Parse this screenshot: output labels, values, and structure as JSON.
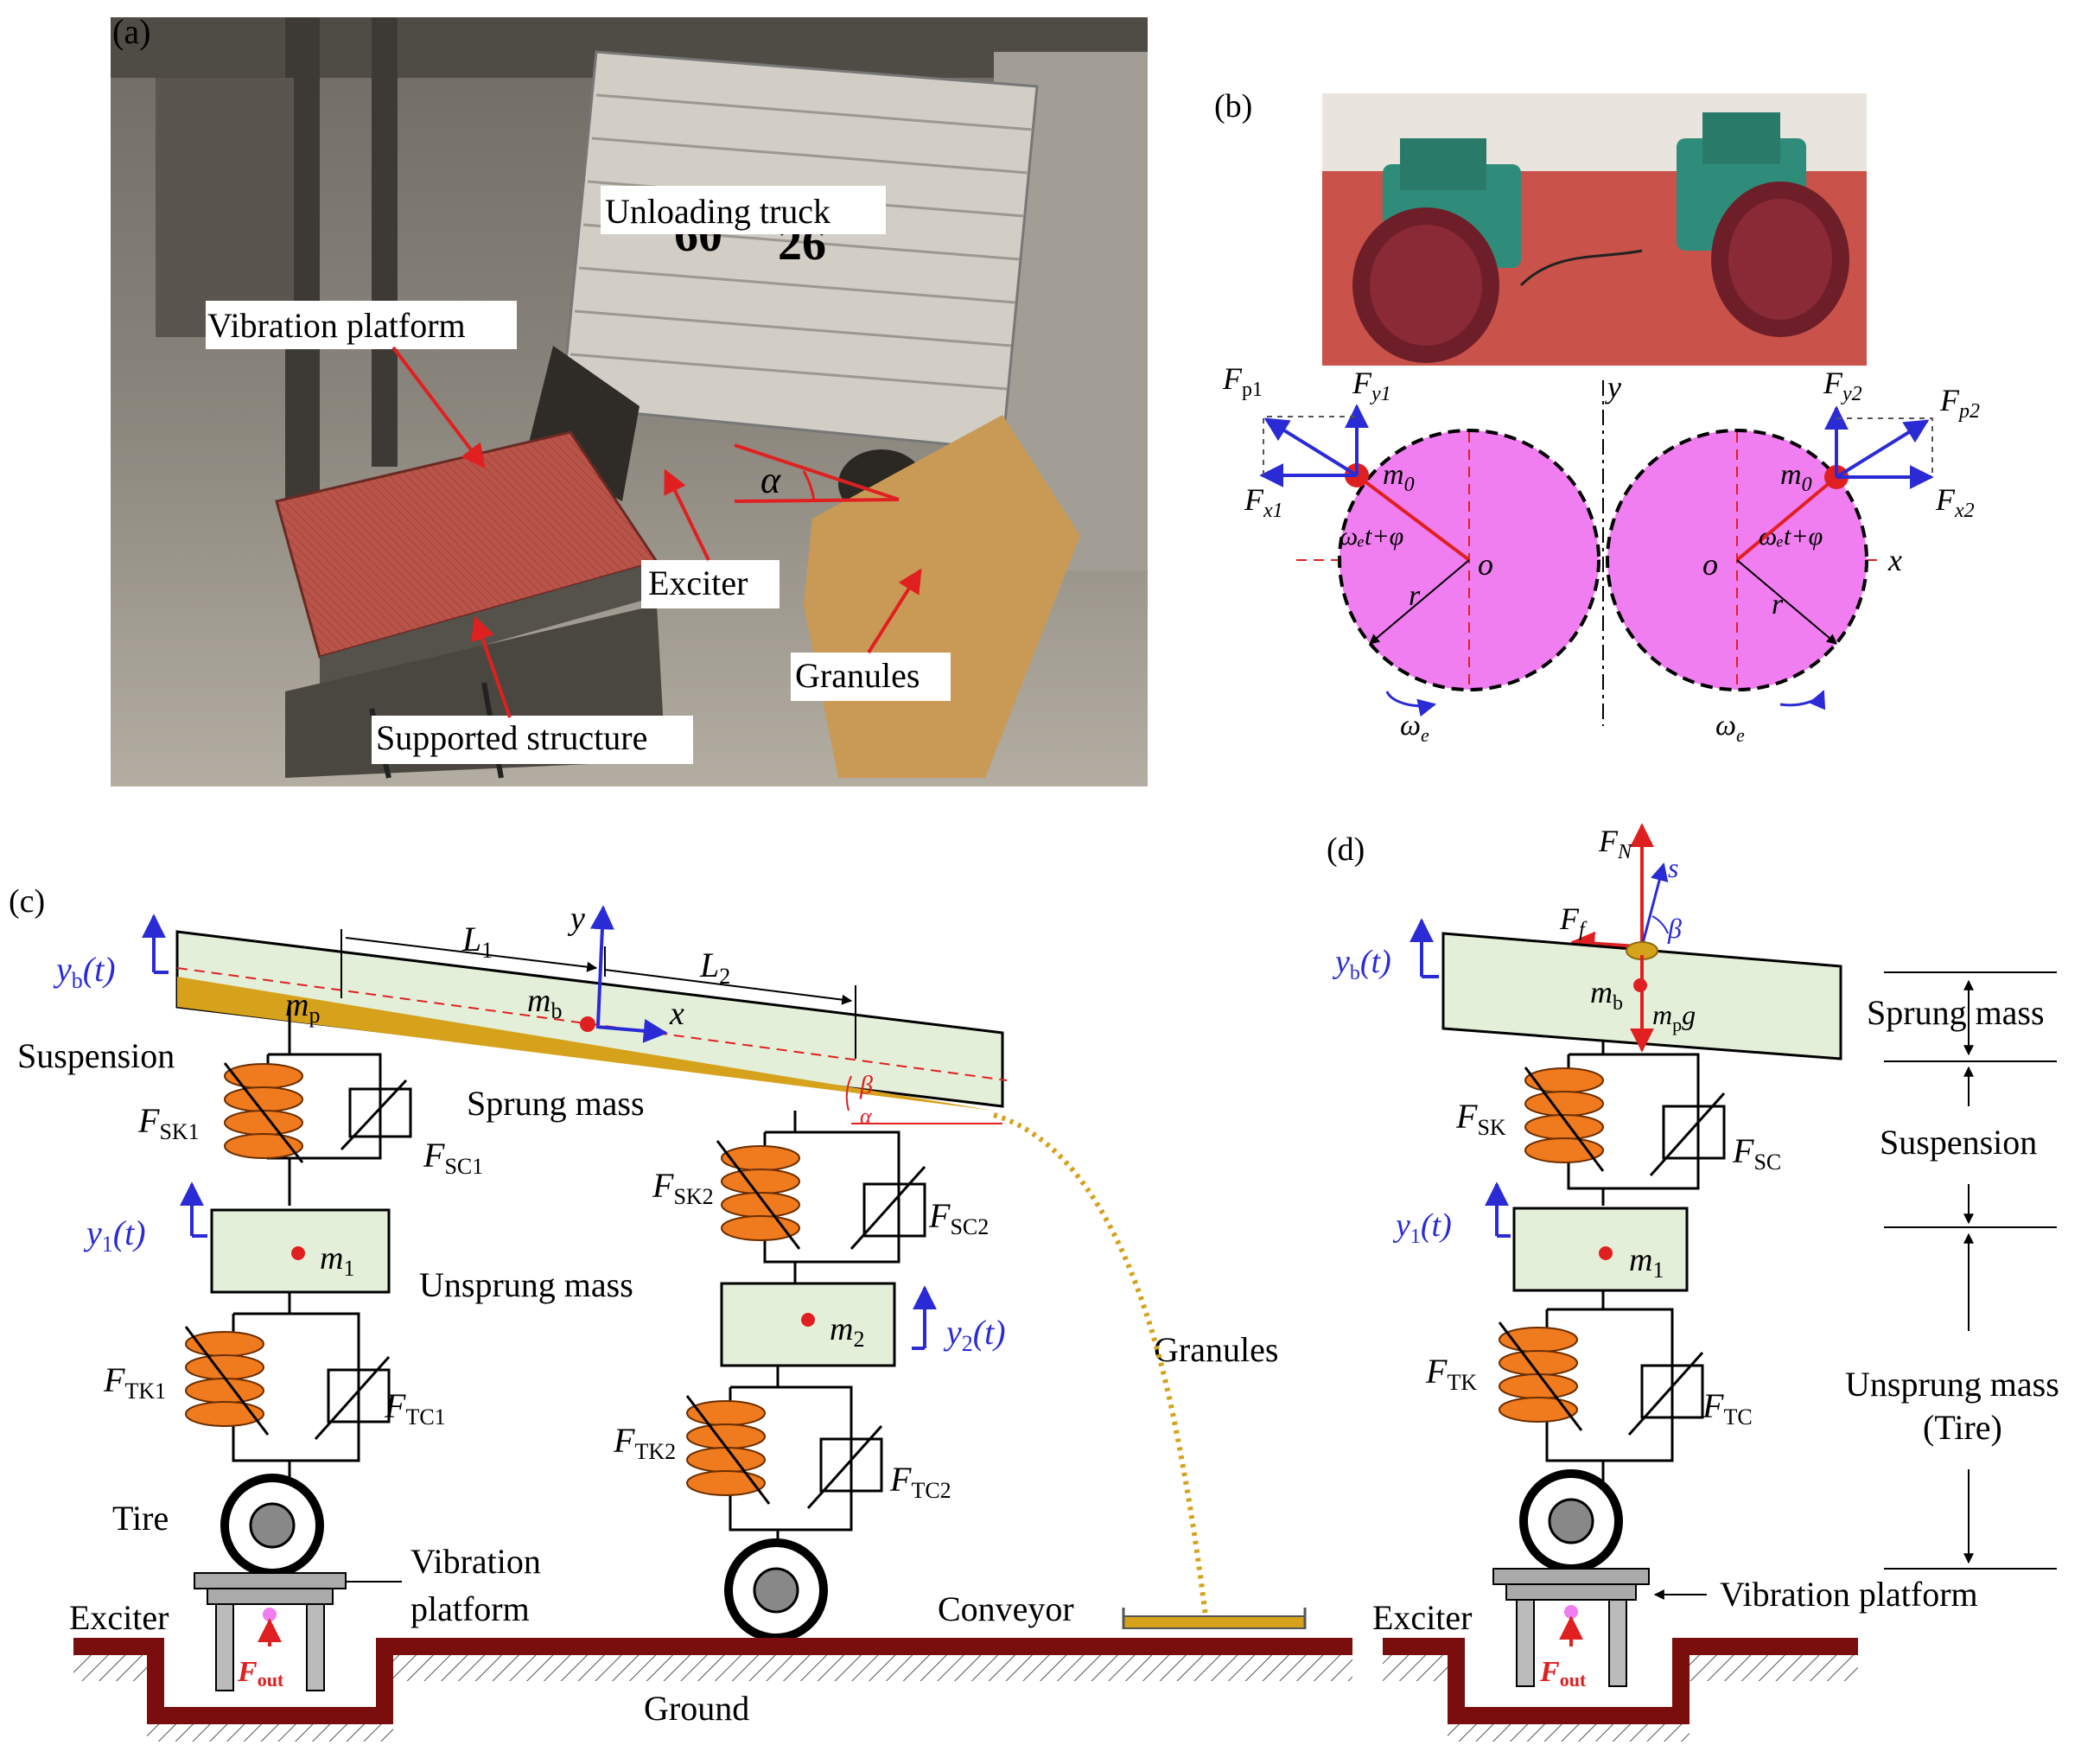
{
  "panel_a": {
    "label": "(a)",
    "callouts": {
      "truck": "Unloading truck",
      "platform": "Vibration platform",
      "exciter": "Exciter",
      "granules": "Granules",
      "support": "Supported structure"
    },
    "angle": "α",
    "plate": {
      "a": "60",
      "b": "26"
    }
  },
  "panel_b": {
    "label": "(b)",
    "forces": {
      "Fp1": "F",
      "Fp1_sub": "p1",
      "Fy1": "F",
      "Fy1_sub": "y1",
      "Fx1": "F",
      "Fx1_sub": "x1",
      "Fp2": "F",
      "Fp2_sub": "p2",
      "Fy2": "F",
      "Fy2_sub": "y2",
      "Fx2": "F",
      "Fx2_sub": "x2"
    },
    "m0": "m",
    "m0_sub": "0",
    "phase": "ωₑt+φ",
    "origin": "o",
    "radius": "r",
    "omega": "ω",
    "omega_sub": "e",
    "axis_x": "x",
    "axis_y": "y"
  },
  "panel_c": {
    "label": "(c)",
    "yb": "y",
    "yb_sub": "b",
    "yb_tail": "(t)",
    "mp": "m",
    "mp_sub": "p",
    "mb": "m",
    "mb_sub": "b",
    "L1": "L",
    "L1_sub": "1",
    "L2": "L",
    "L2_sub": "2",
    "axis_x": "x",
    "axis_y": "y",
    "beta": "β",
    "alpha": "α",
    "suspension": "Suspension",
    "sprung": "Sprung mass",
    "unsprung": "Unsprung mass",
    "granules": "Granules",
    "tire": "Tire",
    "vib_platform_l1": "Vibration",
    "vib_platform_l2": "platform",
    "exciter": "Exciter",
    "conveyor": "Conveyor",
    "ground": "Ground",
    "FSK1": "F",
    "FSK1_sub": "SK1",
    "FSC1": "F",
    "FSC1_sub": "SC1",
    "FSK2": "F",
    "FSK2_sub": "SK2",
    "FSC2": "F",
    "FSC2_sub": "SC2",
    "FTK1": "F",
    "FTK1_sub": "TK1",
    "FTC1": "F",
    "FTC1_sub": "TC1",
    "FTK2": "F",
    "FTK2_sub": "TK2",
    "FTC2": "F",
    "FTC2_sub": "TC2",
    "y1": "y",
    "y1_sub": "1",
    "y1_tail": "(t)",
    "y2": "y",
    "y2_sub": "2",
    "y2_tail": "(t)",
    "m1": "m",
    "m1_sub": "1",
    "m2": "m",
    "m2_sub": "2",
    "Fout": "F",
    "Fout_sub": "out"
  },
  "panel_d": {
    "label": "(d)",
    "FN": "F",
    "FN_sub": "N",
    "s": "s",
    "beta": "β",
    "Ff": "F",
    "Ff_sub": "f",
    "yb": "y",
    "yb_sub": "b",
    "yb_tail": "(t)",
    "mb": "m",
    "mb_sub": "b",
    "mpg": "m",
    "mpg_sub": "p",
    "mpg_tail": "g",
    "FSK": "F",
    "FSK_sub": "SK",
    "FSC": "F",
    "FSC_sub": "SC",
    "y1": "y",
    "y1_sub": "1",
    "y1_tail": "(t)",
    "m1": "m",
    "m1_sub": "1",
    "FTK": "F",
    "FTK_sub": "TK",
    "FTC": "F",
    "FTC_sub": "TC",
    "exciter": "Exciter",
    "vib_platform": "Vibration platform",
    "Fout": "F",
    "Fout_sub": "out",
    "side_sprung": "Sprung mass",
    "side_suspension": "Suspension",
    "side_unsprung_l1": "Unsprung mass",
    "side_unsprung_l2": "(Tire)"
  },
  "colors": {
    "mass_fill": "#e4efd9",
    "spring": "#f07a1e",
    "disk": "#f07ef0",
    "ground": "#7a0d0d",
    "granule": "#d6a21c",
    "force_blue": "#2b2bd6",
    "force_red": "#e02020"
  }
}
